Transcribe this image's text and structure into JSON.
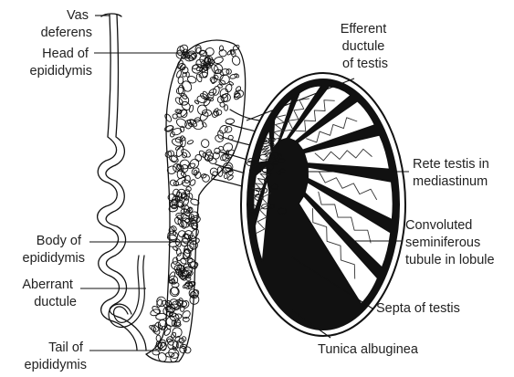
{
  "labels": {
    "vas_deferens": [
      "Vas",
      "deferens"
    ],
    "head_of_epididymis": [
      "Head of",
      "epididymis"
    ],
    "efferent_ductule": [
      "Efferent",
      "ductule",
      "of testis"
    ],
    "rete_testis": [
      "Rete testis in",
      "mediastinum"
    ],
    "convoluted_tubule": [
      "Convoluted",
      "seminiferous",
      "tubule in lobule"
    ],
    "body_of_epididymis": [
      "Body of",
      "epididymis"
    ],
    "aberrant_ductule": [
      "Aberrant",
      "ductule"
    ],
    "septa_of_testis": [
      "Septa of testis"
    ],
    "tail_of_epididymis": [
      "Tail of",
      "epididymis"
    ],
    "tunica_albuginea": [
      "Tunica albuginea"
    ]
  }
}
